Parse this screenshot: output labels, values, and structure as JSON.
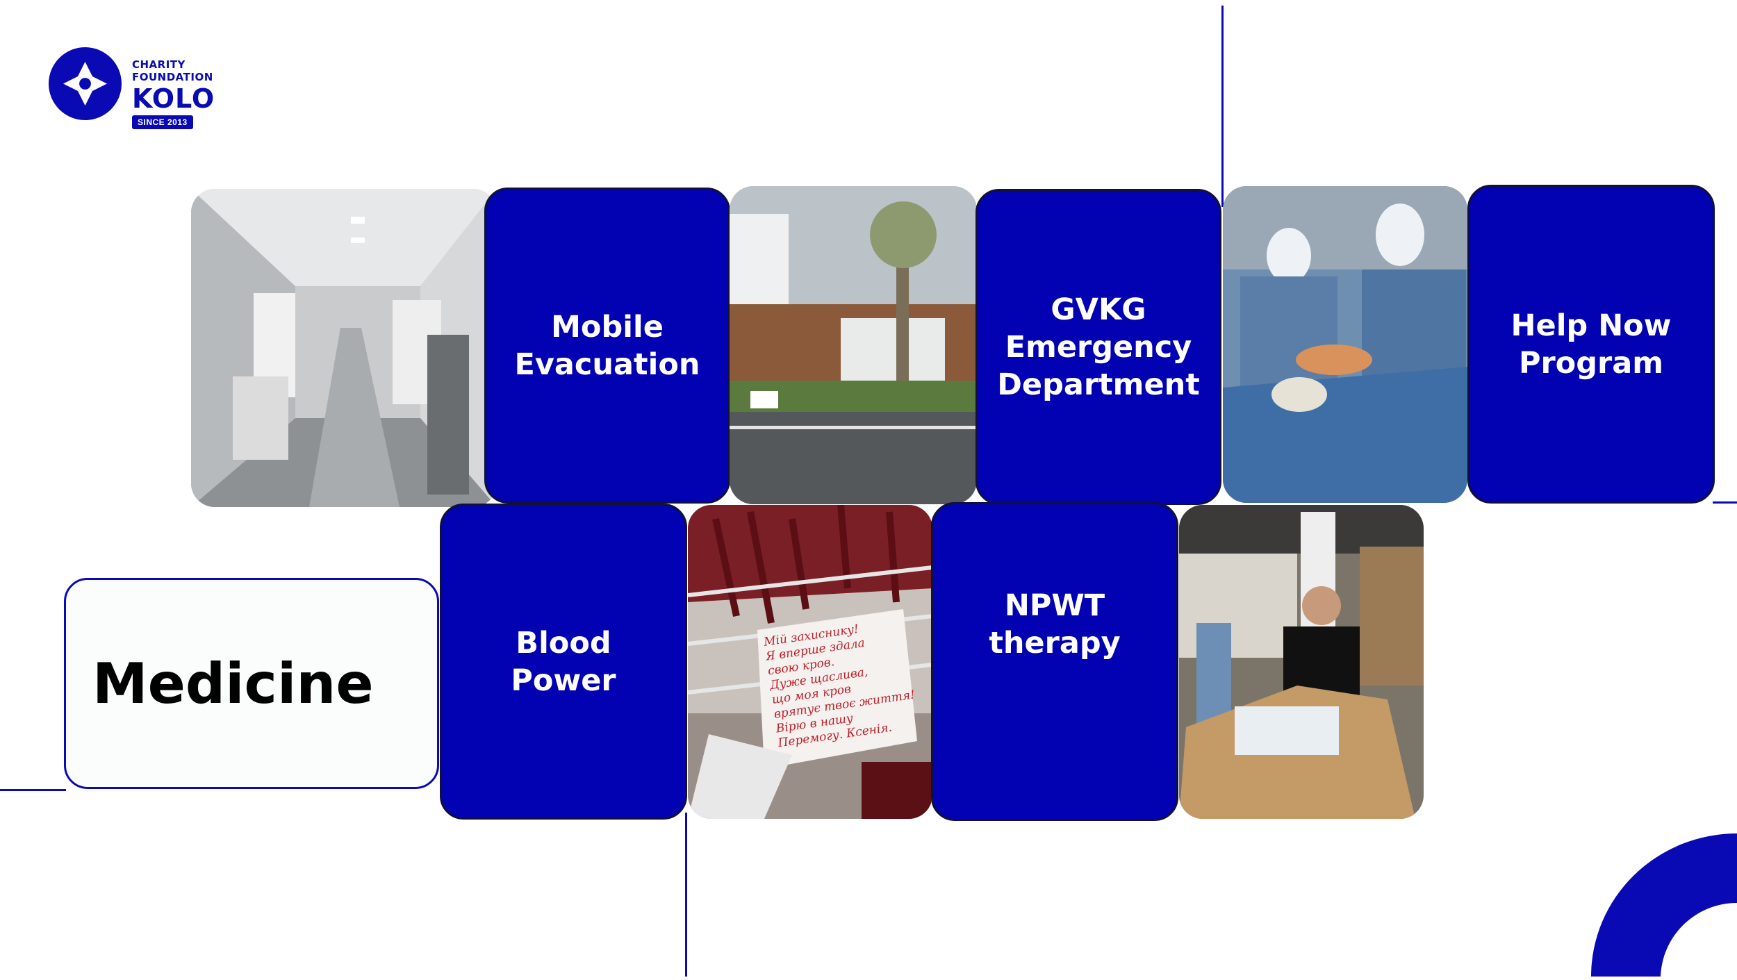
{
  "logo": {
    "line1": "CHARITY",
    "line2": "FOUNDATION",
    "name": "KOLO",
    "badge": "SINCE 2013",
    "icon": "kolo-logo-icon"
  },
  "section_title": "Medicine",
  "programs": {
    "mobile_evacuation": "Mobile\nEvacuation",
    "gvkg": "GVKG\nEmergency\nDepartment",
    "help_now": "Help Now\nProgram",
    "blood_power": "Blood\nPower",
    "npwt": "NPWT\ntherapy"
  },
  "note_text": "Мій захиснику!\nЯ вперше здала\nсвою кров.\nДуже щаслива,\nщо моя кров\nврятує твоє життя!\nВірю в нашу\nПеремогу. Ксенія.",
  "colors": {
    "accent": "#0202b2",
    "line": "#0a0ab5",
    "text": "#000000",
    "white": "#ffffff"
  }
}
